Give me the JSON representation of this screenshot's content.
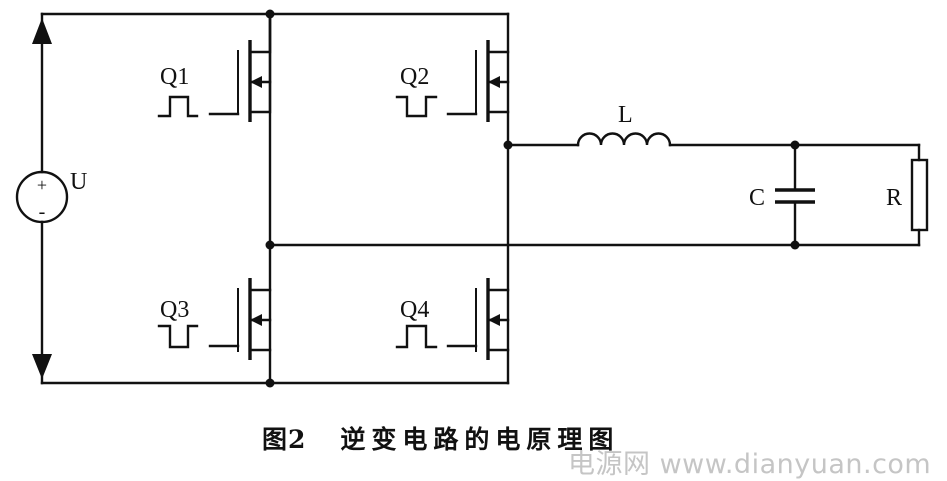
{
  "diagram": {
    "components": {
      "source": {
        "label": "U",
        "plus": "+",
        "minus": "-"
      },
      "switches": [
        {
          "label": "Q1"
        },
        {
          "label": "Q2"
        },
        {
          "label": "Q3"
        },
        {
          "label": "Q4"
        }
      ],
      "inductor": {
        "label": "L"
      },
      "capacitor": {
        "label": "C"
      },
      "resistor": {
        "label": "R"
      }
    }
  },
  "caption": {
    "number": "图2",
    "title": "逆变电路的电原理图"
  },
  "watermark": "电源网 www.dianyuan.com"
}
